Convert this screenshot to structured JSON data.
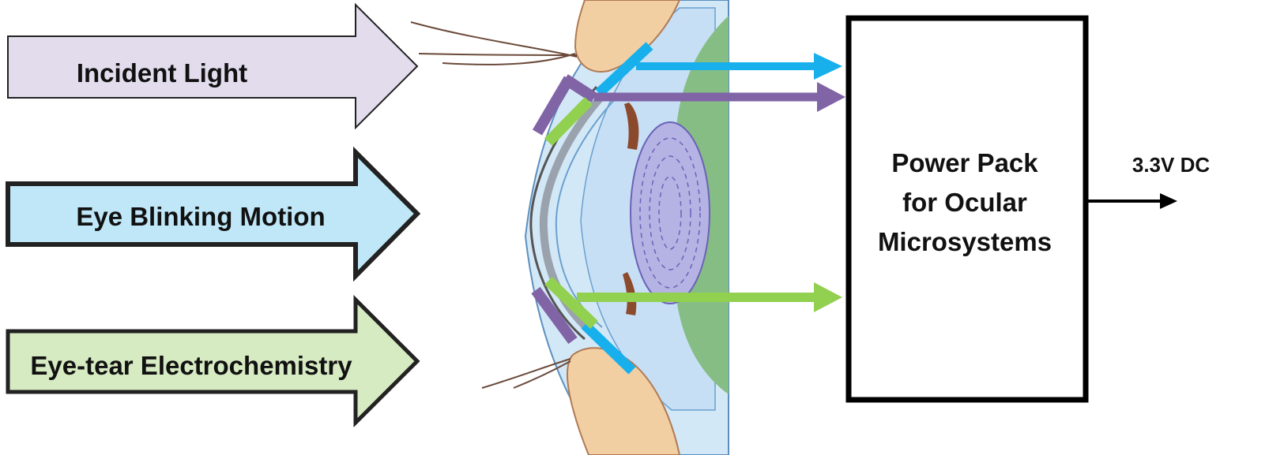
{
  "inputs": [
    {
      "label": "Incident Light",
      "fill": "#e2dced"
    },
    {
      "label": "Eye Blinking Motion",
      "fill": "#bfe7f8"
    },
    {
      "label": "Eye-tear Electrochemistry",
      "fill": "#d6ebc2"
    }
  ],
  "power_pack": {
    "line1": "Power Pack",
    "line2": "for Ocular",
    "line3": "Microsystems"
  },
  "output": {
    "label": "3.3V DC"
  },
  "colors": {
    "light_harvester": "#8064a6",
    "blink_harvester": "#17b0ec",
    "tear_harvester": "#92d050",
    "cornea": "#d3e8f6",
    "lens": "#b5b3e3",
    "vitreous": "#86bd85",
    "eyelid": "#f2cfa3",
    "iris": "#8b4a2b"
  }
}
